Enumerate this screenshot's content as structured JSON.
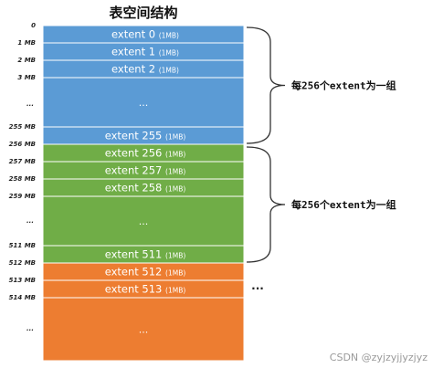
{
  "title": "表空间结构",
  "colors": {
    "blue": "#5B9BD5",
    "green": "#70AD47",
    "orange": "#ED7D31",
    "line": "#ffffff",
    "bracket": "#333333"
  },
  "rows": [
    {
      "addr": "0",
      "label": "extent 0",
      "size": "(1MB)",
      "group": "blue"
    },
    {
      "addr": "1 MB",
      "label": "extent 1",
      "size": "(1MB)",
      "group": "blue"
    },
    {
      "addr": "2 MB",
      "label": "extent 2",
      "size": "(1MB)",
      "group": "blue"
    },
    {
      "addr": "3 MB",
      "label": "...",
      "size": "",
      "group": "blue",
      "tall": true
    },
    {
      "addr": "255 MB",
      "label": "extent 255",
      "size": "(1MB)",
      "group": "blue"
    },
    {
      "addr": "256 MB",
      "label": "extent 256",
      "size": "(1MB)",
      "group": "green"
    },
    {
      "addr": "257 MB",
      "label": "extent 257",
      "size": "(1MB)",
      "group": "green"
    },
    {
      "addr": "258 MB",
      "label": "extent 258",
      "size": "(1MB)",
      "group": "green"
    },
    {
      "addr": "259 MB",
      "label": "...",
      "size": "",
      "group": "green",
      "tall": true
    },
    {
      "addr": "511 MB",
      "label": "extent 511",
      "size": "(1MB)",
      "group": "green"
    },
    {
      "addr": "512 MB",
      "label": "extent 512",
      "size": "(1MB)",
      "group": "orange"
    },
    {
      "addr": "513 MB",
      "label": "extent 513",
      "size": "(1MB)",
      "group": "orange"
    },
    {
      "addr": "514 MB",
      "label": "...",
      "size": "",
      "group": "orange",
      "tall": true
    }
  ],
  "left_dots": [
    "...",
    "...",
    "..."
  ],
  "groups": [
    {
      "label": "每256个extent为一组"
    },
    {
      "label": "每256个extent为一组"
    }
  ],
  "side_dots": "...",
  "watermark": "CSDN @zyjzyjjyzjyz"
}
